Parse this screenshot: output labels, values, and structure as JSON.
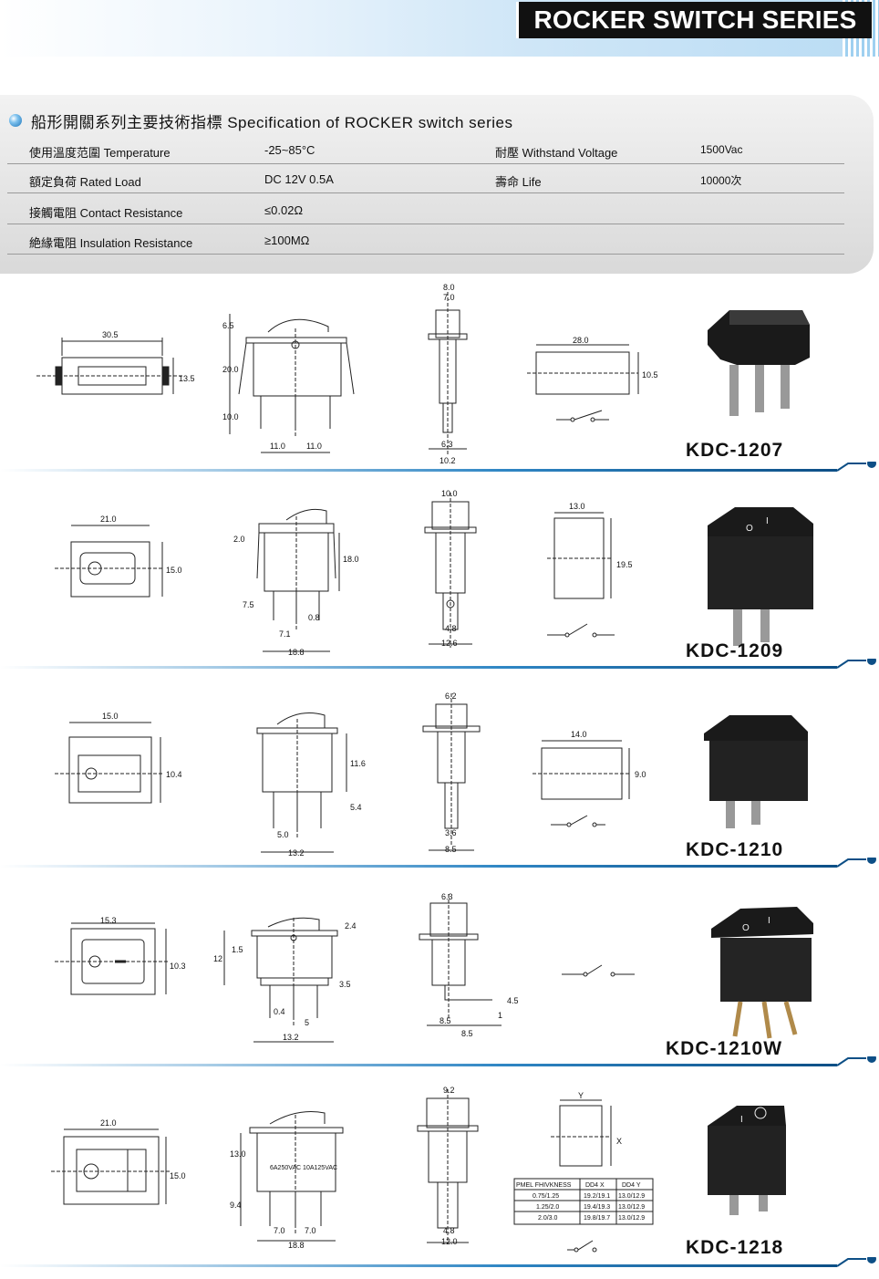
{
  "header": {
    "title": "ROCKER SWITCH SERIES"
  },
  "spec": {
    "title": "船形開關系列主要技術指標  Specification of  ROCKER  switch series",
    "rows": [
      {
        "label1": "使用溫度范圍 Temperature",
        "value1": "-25~85°C",
        "label2": "耐壓 Withstand Voltage",
        "value2": "1500Vac"
      },
      {
        "label1": "額定負荷 Rated Load",
        "value1": "DC 12V 0.5A",
        "label2": "壽命 Life",
        "value2": "10000次"
      },
      {
        "label1": "接觸電阻 Contact Resistance",
        "value1": "≤0.02Ω",
        "label2": "",
        "value2": ""
      },
      {
        "label1": "絶緣電阻 Insulation Resistance",
        "value1": "≥100MΩ",
        "label2": "",
        "value2": ""
      }
    ]
  },
  "products": [
    {
      "model": "KDC-1207",
      "dims": [
        "30.5",
        "13.5",
        "6.5",
        "20.0",
        "10.0",
        "11.0",
        "11.0",
        "8.0",
        "7.0",
        "6.3",
        "10.2",
        "28.0",
        "10.5"
      ]
    },
    {
      "model": "KDC-1209",
      "dims": [
        "21.0",
        "15.0",
        "2.0",
        "18.0",
        "7.5",
        "0.8",
        "7.1",
        "18.8",
        "10.0",
        "4.8",
        "12.6",
        "13.0",
        "19.5"
      ]
    },
    {
      "model": "KDC-1210",
      "dims": [
        "15.0",
        "10.4",
        "11.6",
        "5.4",
        "5.0",
        "13.2",
        "6.2",
        "3.6",
        "8.5",
        "14.0",
        "9.0"
      ]
    },
    {
      "model": "KDC-1210W",
      "dims": [
        "15.3",
        "10.3",
        "12",
        "1.5",
        "2.4",
        "3.5",
        "0.4",
        "5",
        "13.2",
        "6.3",
        "4.5",
        "1",
        "8.5",
        "8.5"
      ]
    },
    {
      "model": "KDC-1218",
      "dims": [
        "21.0",
        "15.0",
        "13.0",
        "9.4",
        "7.0",
        "7.0",
        "18.8",
        "9.2",
        "4.8",
        "12.0",
        "Y",
        "X"
      ],
      "label": "6A250VAC 10A125VAC"
    }
  ],
  "table_1218": {
    "headers": [
      "PMEL FHIVKNESS",
      "DD4  X",
      "DD4  Y"
    ],
    "rows": [
      [
        "0.75/1.25",
        "19.2/19.1",
        "13.0/12.9"
      ],
      [
        "1.25/2.0",
        "19.4/19.3",
        "13.0/12.9"
      ],
      [
        "2.0/3.0",
        "19.8/19.7",
        "13.0/12.9"
      ]
    ]
  }
}
